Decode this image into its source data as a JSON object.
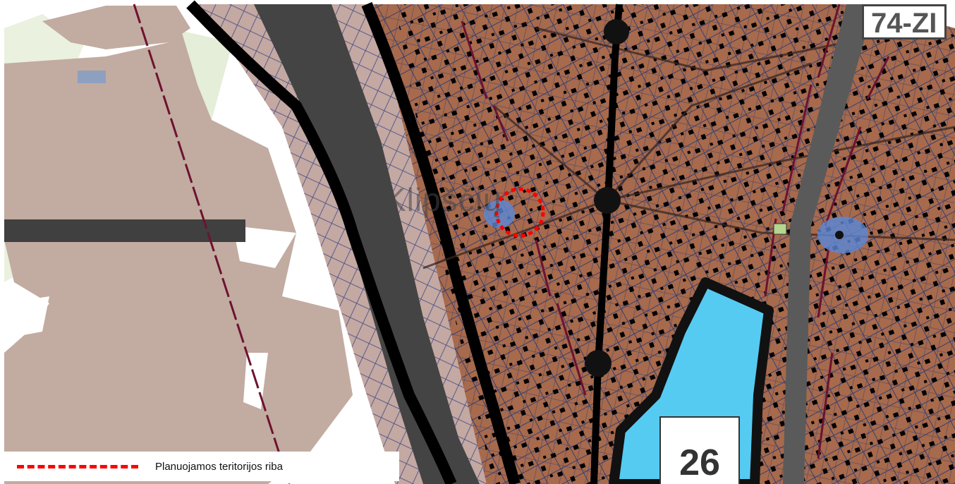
{
  "map": {
    "place_name": "Klipščių",
    "road_number": "74-ZI",
    "zone_number": "26"
  },
  "legend": {
    "items": [
      {
        "label": "Planuojamos teritorijos riba",
        "symbol": "red-dashed-line",
        "color": "#ff0000"
      }
    ]
  },
  "colors": {
    "residential_zone": "#a76a4c",
    "agricultural_zone": "#c2aba0",
    "water": "#55cbf2",
    "road": "#1a1a1a",
    "road_corridor": "#444444",
    "pond_blue": "#5b88d8",
    "green_area": "#eaf1de",
    "power_line": "#6d1230",
    "planned_boundary": "#ff0000"
  }
}
